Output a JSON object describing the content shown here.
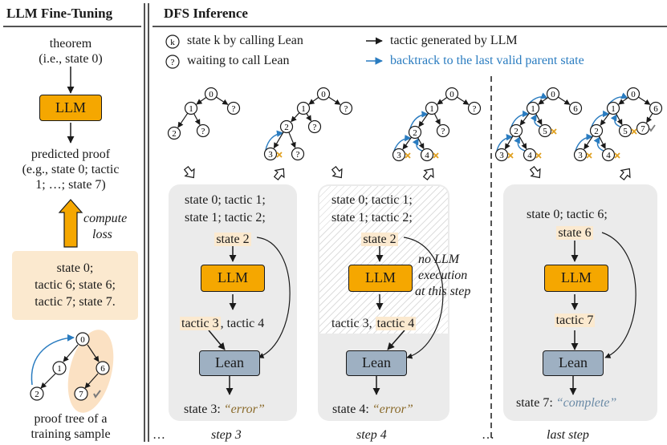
{
  "headers": {
    "left": "LLM Fine-Tuning",
    "right": "DFS Inference"
  },
  "legend": {
    "k_symbol": "k",
    "k_text": "state k by calling Lean",
    "q_symbol": "?",
    "q_text": "waiting to call Lean",
    "arrow_text": "tactic generated by LLM",
    "backtrack_text": "backtrack to the last valid parent state"
  },
  "left": {
    "theorem_1": "theorem",
    "theorem_2": "(i.e., state 0)",
    "llm": "LLM",
    "pred_1": "predicted proof",
    "pred_2": "(e.g., state 0; tactic",
    "pred_3": "1; …; state 7)",
    "loss_1": "compute",
    "loss_2": "loss",
    "sample_1": "state 0;",
    "sample_2": "tactic 6; state 6;",
    "sample_3": "tactic 7; state 7.",
    "cap_1": "proof tree of a",
    "cap_2": "training sample"
  },
  "tree_nodes": {
    "n0": "0",
    "n1": "1",
    "n2": "2",
    "n3": "3",
    "n4": "4",
    "n5": "5",
    "n6": "6",
    "n7": "7",
    "q": "?"
  },
  "panel1": {
    "l1": "state 0; tactic 1;",
    "l2": "state 1; tactic 2;",
    "state": "state 2",
    "llm": "LLM",
    "tac_a": "tactic 3",
    "tac_sep": ", tactic 4",
    "lean": "Lean",
    "res_pre": "state 3: ",
    "res": "“error”"
  },
  "panel2": {
    "l1": "state 0; tactic 1;",
    "l2": "state 1; tactic 2;",
    "state": "state 2",
    "llm": "LLM",
    "tac_pre": "tactic 3, ",
    "tac_b": "tactic 4",
    "note_1": "no LLM",
    "note_2": "execution",
    "note_3": "at this step",
    "lean": "Lean",
    "res_pre": "state 4: ",
    "res": "“error”"
  },
  "panel3": {
    "l1": "state 0; tactic 6;",
    "state": "state 6",
    "llm": "LLM",
    "tac": "tactic 7",
    "lean": "Lean",
    "res_pre": "state 7: ",
    "res": "“complete”"
  },
  "steps": {
    "dots_1": "…",
    "s3": "step 3",
    "s4": "step 4",
    "dots_2": "…",
    "last": "last step"
  }
}
